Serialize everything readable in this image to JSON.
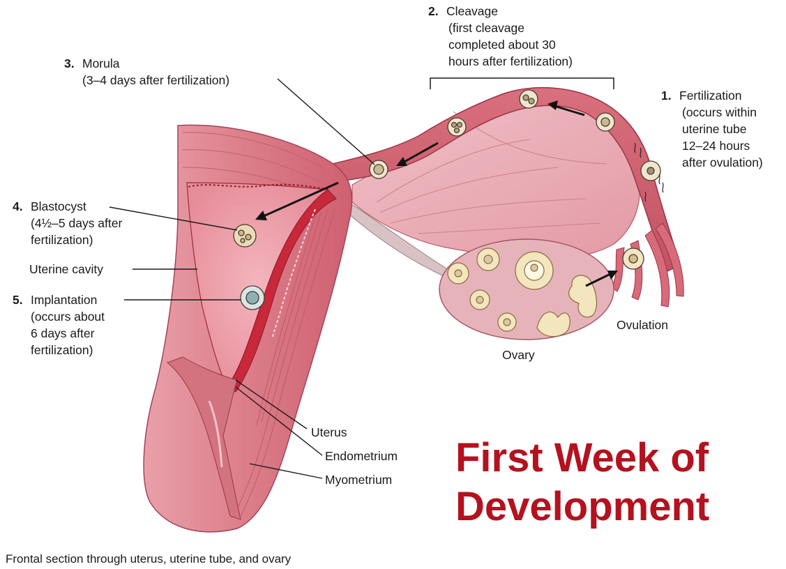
{
  "title": {
    "line1": "First Week of",
    "line2": "Development",
    "color": "#b3121e"
  },
  "caption": "Frontal section through uterus, uterine tube, and ovary",
  "labels": {
    "fertilization": {
      "number": "1.",
      "lines": [
        "Fertilization",
        "(occurs within",
        "uterine tube",
        "12–24 hours",
        "after ovulation)"
      ]
    },
    "cleavage": {
      "number": "2.",
      "lines": [
        "Cleavage",
        "(first cleavage",
        "completed about 30",
        "hours after fertilization)"
      ]
    },
    "morula": {
      "number": "3.",
      "lines": [
        "Morula",
        "(3–4 days after fertilization)"
      ]
    },
    "blastocyst": {
      "number": "4.",
      "lines": [
        "Blastocyst",
        "(4½–5 days after",
        "fertilization)"
      ]
    },
    "implantation": {
      "number": "5.",
      "lines": [
        "Implantation",
        "(occurs about",
        "6 days after",
        "fertilization)"
      ]
    },
    "uterine_cavity": "Uterine cavity",
    "ovulation": "Ovulation",
    "ovary": "Ovary",
    "uterus": "Uterus",
    "endometrium": "Endometrium",
    "myometrium": "Myometrium"
  },
  "colors": {
    "tissue": "#d9737e",
    "tissue_light": "#eaa7b0",
    "tissue_dark": "#b84a58",
    "cavity": "#c8283a",
    "ovary": "#e8b8be",
    "follicle": "#f2e2b8",
    "leader": "#1a1a1a"
  }
}
